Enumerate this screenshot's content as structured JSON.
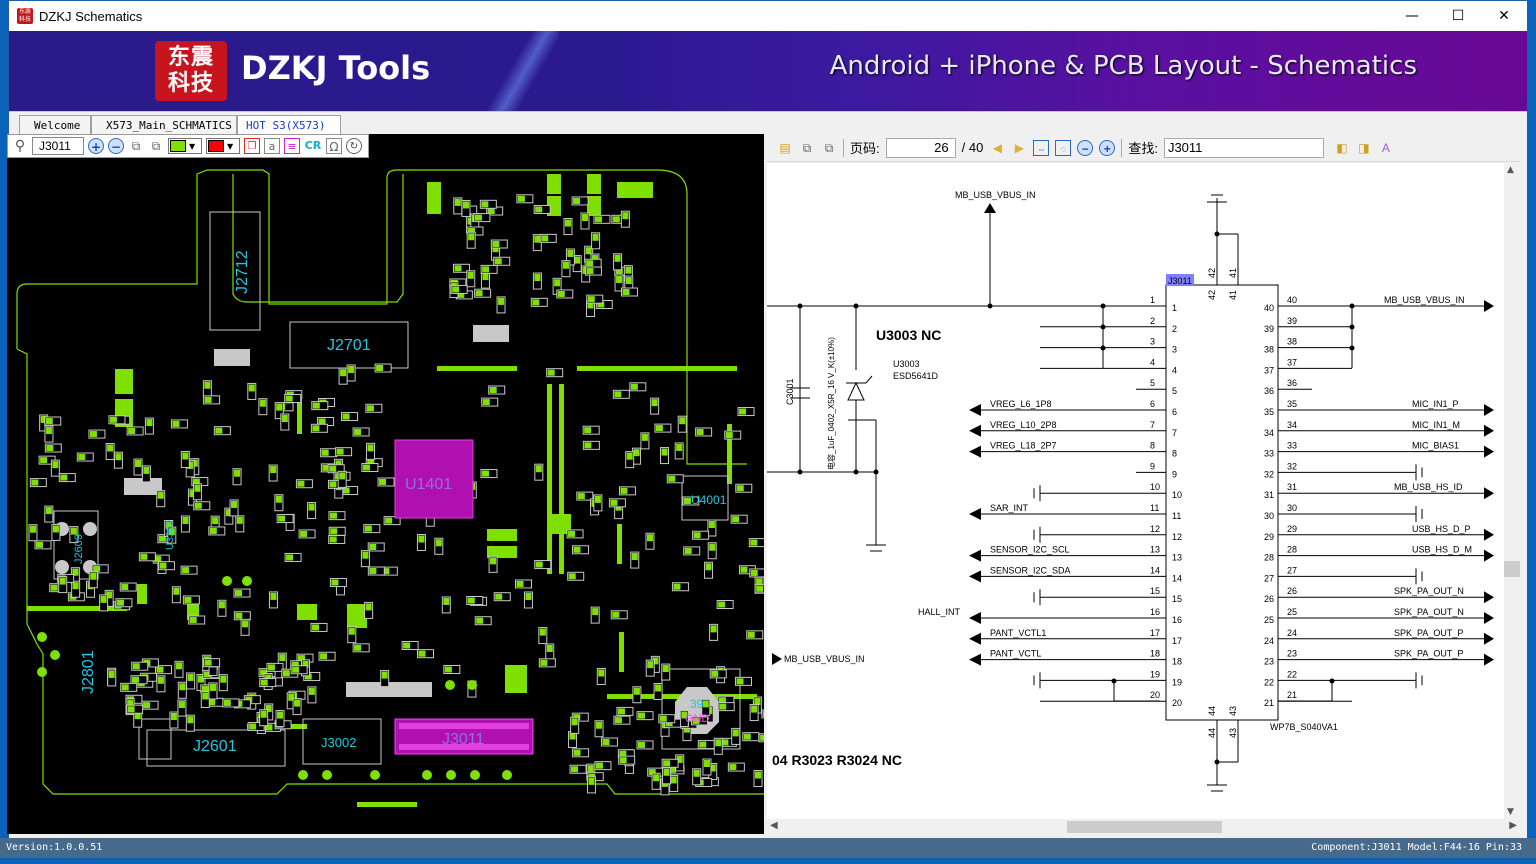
{
  "window": {
    "title": "DZKJ Schematics",
    "controls": {
      "minimize": "—",
      "maximize": "☐",
      "close": "✕"
    }
  },
  "banner": {
    "logo_text": "东震\n科技",
    "brand": "DZKJ Tools",
    "slogan": "Android + iPhone & PCB Layout - Schematics"
  },
  "tabs": [
    {
      "label": "Welcome",
      "active": false
    },
    {
      "label": "X573_Main_SCHMATICS",
      "active": false
    },
    {
      "label": "HOT S3(X573)",
      "active": true,
      "closable": true
    }
  ],
  "pcb_toolbar": {
    "search_value": "J3011",
    "icons": [
      "search-icon",
      "zoom-in-icon",
      "zoom-out-icon",
      "flip-icon",
      "mirror-icon",
      "color-select-green",
      "color-select-red",
      "layers-icon",
      "text-icon",
      "list-icon",
      "cr-icon",
      "ohm-icon",
      "rotate-icon"
    ],
    "color1": "#7fe000",
    "color2": "#ff0000",
    "cr_label": "CR",
    "ohm_label": "Ω"
  },
  "pcb": {
    "labels": [
      "J2712",
      "J2701",
      "U1401",
      "U4001",
      "J2609",
      "J2801",
      "J2601",
      "J3002",
      "J3011",
      "U3303",
      "39",
      "GND"
    ],
    "highlight_component": "J3011",
    "colors": {
      "pad": "#7fe000",
      "outline": "#c8c8c8",
      "highlight": "#c020c0",
      "label": "#20c8e0",
      "board": "#000000"
    }
  },
  "sch_toolbar": {
    "page_label": "页码:",
    "page_current": "26",
    "page_total": "/ 40",
    "find_label": "查找:",
    "find_value": "J3011"
  },
  "schematic": {
    "component_ref": "J3011",
    "component_model": "WP7B_S040VA1",
    "top_net": "MB_USB_VBUS_IN",
    "left_net_bottom": "MB_USB_VBUS_IN",
    "note_u3003": "U3003  NC",
    "note_resistors": "04  R3023  R3024  NC",
    "u3003_ref": "U3003",
    "u3003_part": "ESD5641D",
    "cap_ref": "C3001",
    "cap_value": "电容_1uF_0402_X5R_16 V_K(±10%)",
    "left_pins": [
      {
        "pin": "1",
        "net": ""
      },
      {
        "pin": "2",
        "net": ""
      },
      {
        "pin": "3",
        "net": ""
      },
      {
        "pin": "4",
        "net": ""
      },
      {
        "pin": "5",
        "net": ""
      },
      {
        "pin": "6",
        "net": "VREG_L6_1P8"
      },
      {
        "pin": "7",
        "net": "VREG_L10_2P8"
      },
      {
        "pin": "8",
        "net": "VREG_L18_2P7"
      },
      {
        "pin": "9",
        "net": ""
      },
      {
        "pin": "10",
        "net": ""
      },
      {
        "pin": "11",
        "net": "SAR_INT"
      },
      {
        "pin": "12",
        "net": ""
      },
      {
        "pin": "13",
        "net": "SENSOR_I2C_SCL"
      },
      {
        "pin": "14",
        "net": "SENSOR_I2C_SDA"
      },
      {
        "pin": "15",
        "net": ""
      },
      {
        "pin": "16",
        "net": "HALL_INT"
      },
      {
        "pin": "17",
        "net": "PANT_VCTL1"
      },
      {
        "pin": "18",
        "net": "PANT_VCTL"
      },
      {
        "pin": "19",
        "net": ""
      },
      {
        "pin": "20",
        "net": ""
      }
    ],
    "right_pins": [
      {
        "pin": "40",
        "net": "MB_USB_VBUS_IN"
      },
      {
        "pin": "39",
        "net": ""
      },
      {
        "pin": "38",
        "net": ""
      },
      {
        "pin": "37",
        "net": ""
      },
      {
        "pin": "36",
        "net": ""
      },
      {
        "pin": "35",
        "net": "MIC_IN1_P"
      },
      {
        "pin": "34",
        "net": "MIC_IN1_M"
      },
      {
        "pin": "33",
        "net": "MIC_BIAS1"
      },
      {
        "pin": "32",
        "net": ""
      },
      {
        "pin": "31",
        "net": "MB_USB_HS_ID"
      },
      {
        "pin": "30",
        "net": ""
      },
      {
        "pin": "29",
        "net": "USB_HS_D_P"
      },
      {
        "pin": "28",
        "net": "USB_HS_D_M"
      },
      {
        "pin": "27",
        "net": ""
      },
      {
        "pin": "26",
        "net": "SPK_PA_OUT_N"
      },
      {
        "pin": "25",
        "net": "SPK_PA_OUT_N"
      },
      {
        "pin": "24",
        "net": "SPK_PA_OUT_P"
      },
      {
        "pin": "23",
        "net": "SPK_PA_OUT_P"
      },
      {
        "pin": "22",
        "net": ""
      },
      {
        "pin": "21",
        "net": ""
      }
    ],
    "top_pins": [
      "42",
      "41"
    ],
    "bottom_pins": [
      "44",
      "43"
    ]
  },
  "statusbar": {
    "version": "Version:1.0.0.51",
    "component_info": "Component:J3011 Model:F44-16 Pin:33"
  }
}
